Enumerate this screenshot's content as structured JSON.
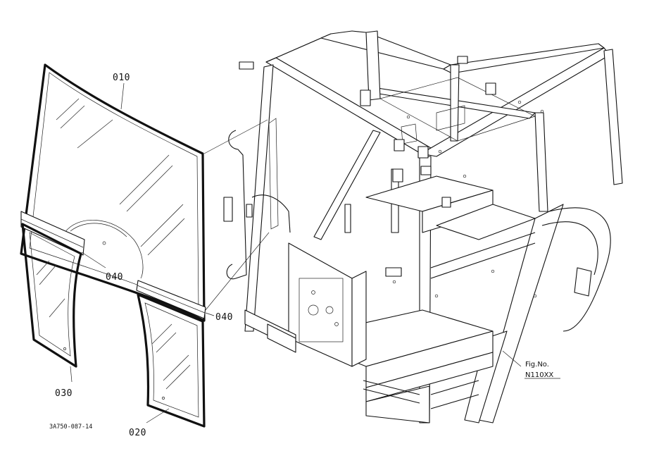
{
  "labels": {
    "part_010": "010",
    "part_020": "020",
    "part_030": "030",
    "part_040_left": "040",
    "part_040_right": "040",
    "fig_line1": "Fig.No.",
    "fig_line2": "N110XX",
    "drawing_code": "3A750-087-14"
  },
  "colors": {
    "ink": "#111111",
    "background": "#ffffff"
  }
}
